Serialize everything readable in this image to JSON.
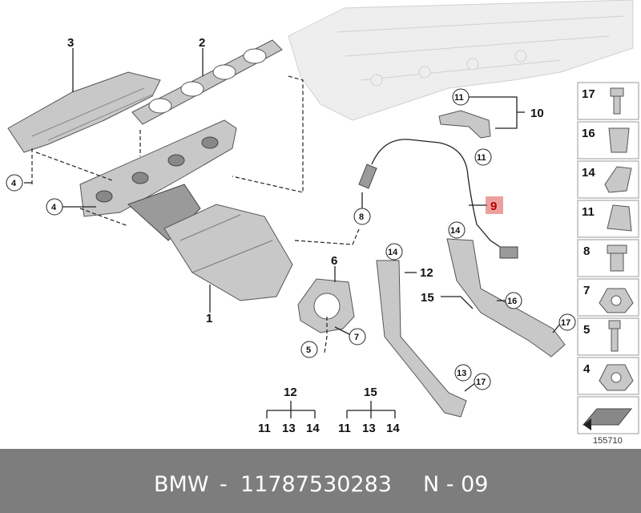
{
  "callouts": {
    "c1": "1",
    "c2": "2",
    "c3": "3",
    "c4a": "4",
    "c4b": "4",
    "c5": "5",
    "c6": "6",
    "c7": "7",
    "c8": "8",
    "c9": "9",
    "c10": "10",
    "c11a": "11",
    "c11b": "11",
    "c12": "12",
    "c13": "13",
    "c14a": "14",
    "c14b": "14",
    "c15": "15",
    "c16": "16",
    "c17a": "17",
    "c17b": "17"
  },
  "groups": {
    "g12": {
      "parent": "12",
      "children": [
        "11",
        "13",
        "14"
      ]
    },
    "g15": {
      "parent": "15",
      "children": [
        "11",
        "13",
        "14"
      ]
    }
  },
  "sidebar": {
    "items": [
      "17",
      "16",
      "14",
      "11",
      "8",
      "7",
      "5",
      "4"
    ]
  },
  "diagram_number": "155710",
  "footer": {
    "brand": "BMW",
    "sep": "-",
    "part_number": "11787530283",
    "position": "N - 09"
  },
  "colors": {
    "highlight": "#d9534f",
    "footer_bg": "#7d7d7d",
    "part_fill": "#c8c8c8"
  }
}
